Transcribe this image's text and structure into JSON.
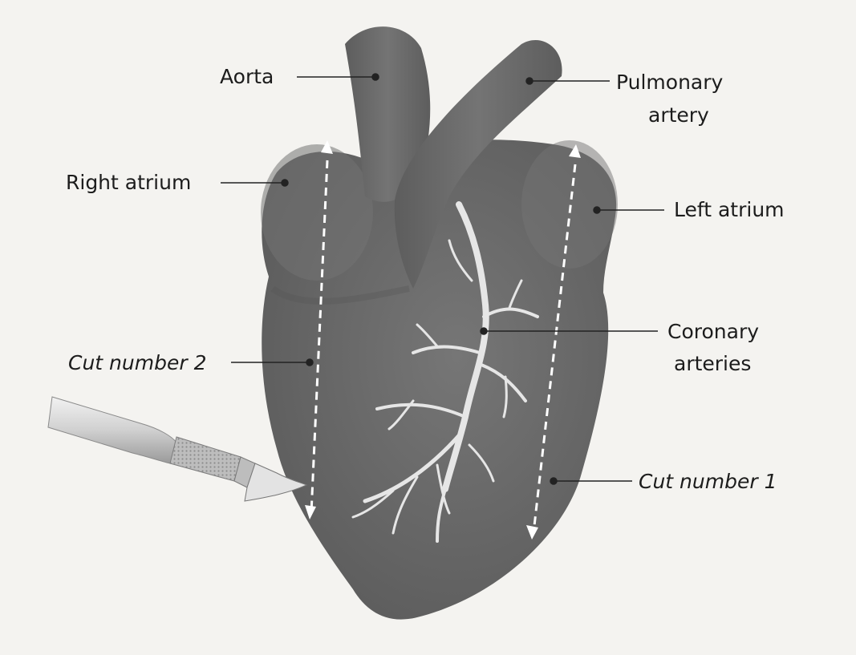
{
  "diagram": {
    "labels": {
      "aorta": "Aorta",
      "pulmonary_artery_line1": "Pulmonary",
      "pulmonary_artery_line2": "artery",
      "right_atrium": "Right atrium",
      "left_atrium": "Left atrium",
      "coronary_arteries_line1": "Coronary",
      "coronary_arteries_line2": "arteries",
      "cut_number_2": "Cut number 2",
      "cut_number_1": "Cut number 1"
    },
    "colors": {
      "heart": "#6f6f6f",
      "heart_shadow": "#5c5c5c",
      "vessel": "#696969",
      "coronary": "#e8e8e8",
      "cut_line": "#ffffff",
      "label_text": "#1c1c1c",
      "background": "#f4f3f0"
    }
  }
}
